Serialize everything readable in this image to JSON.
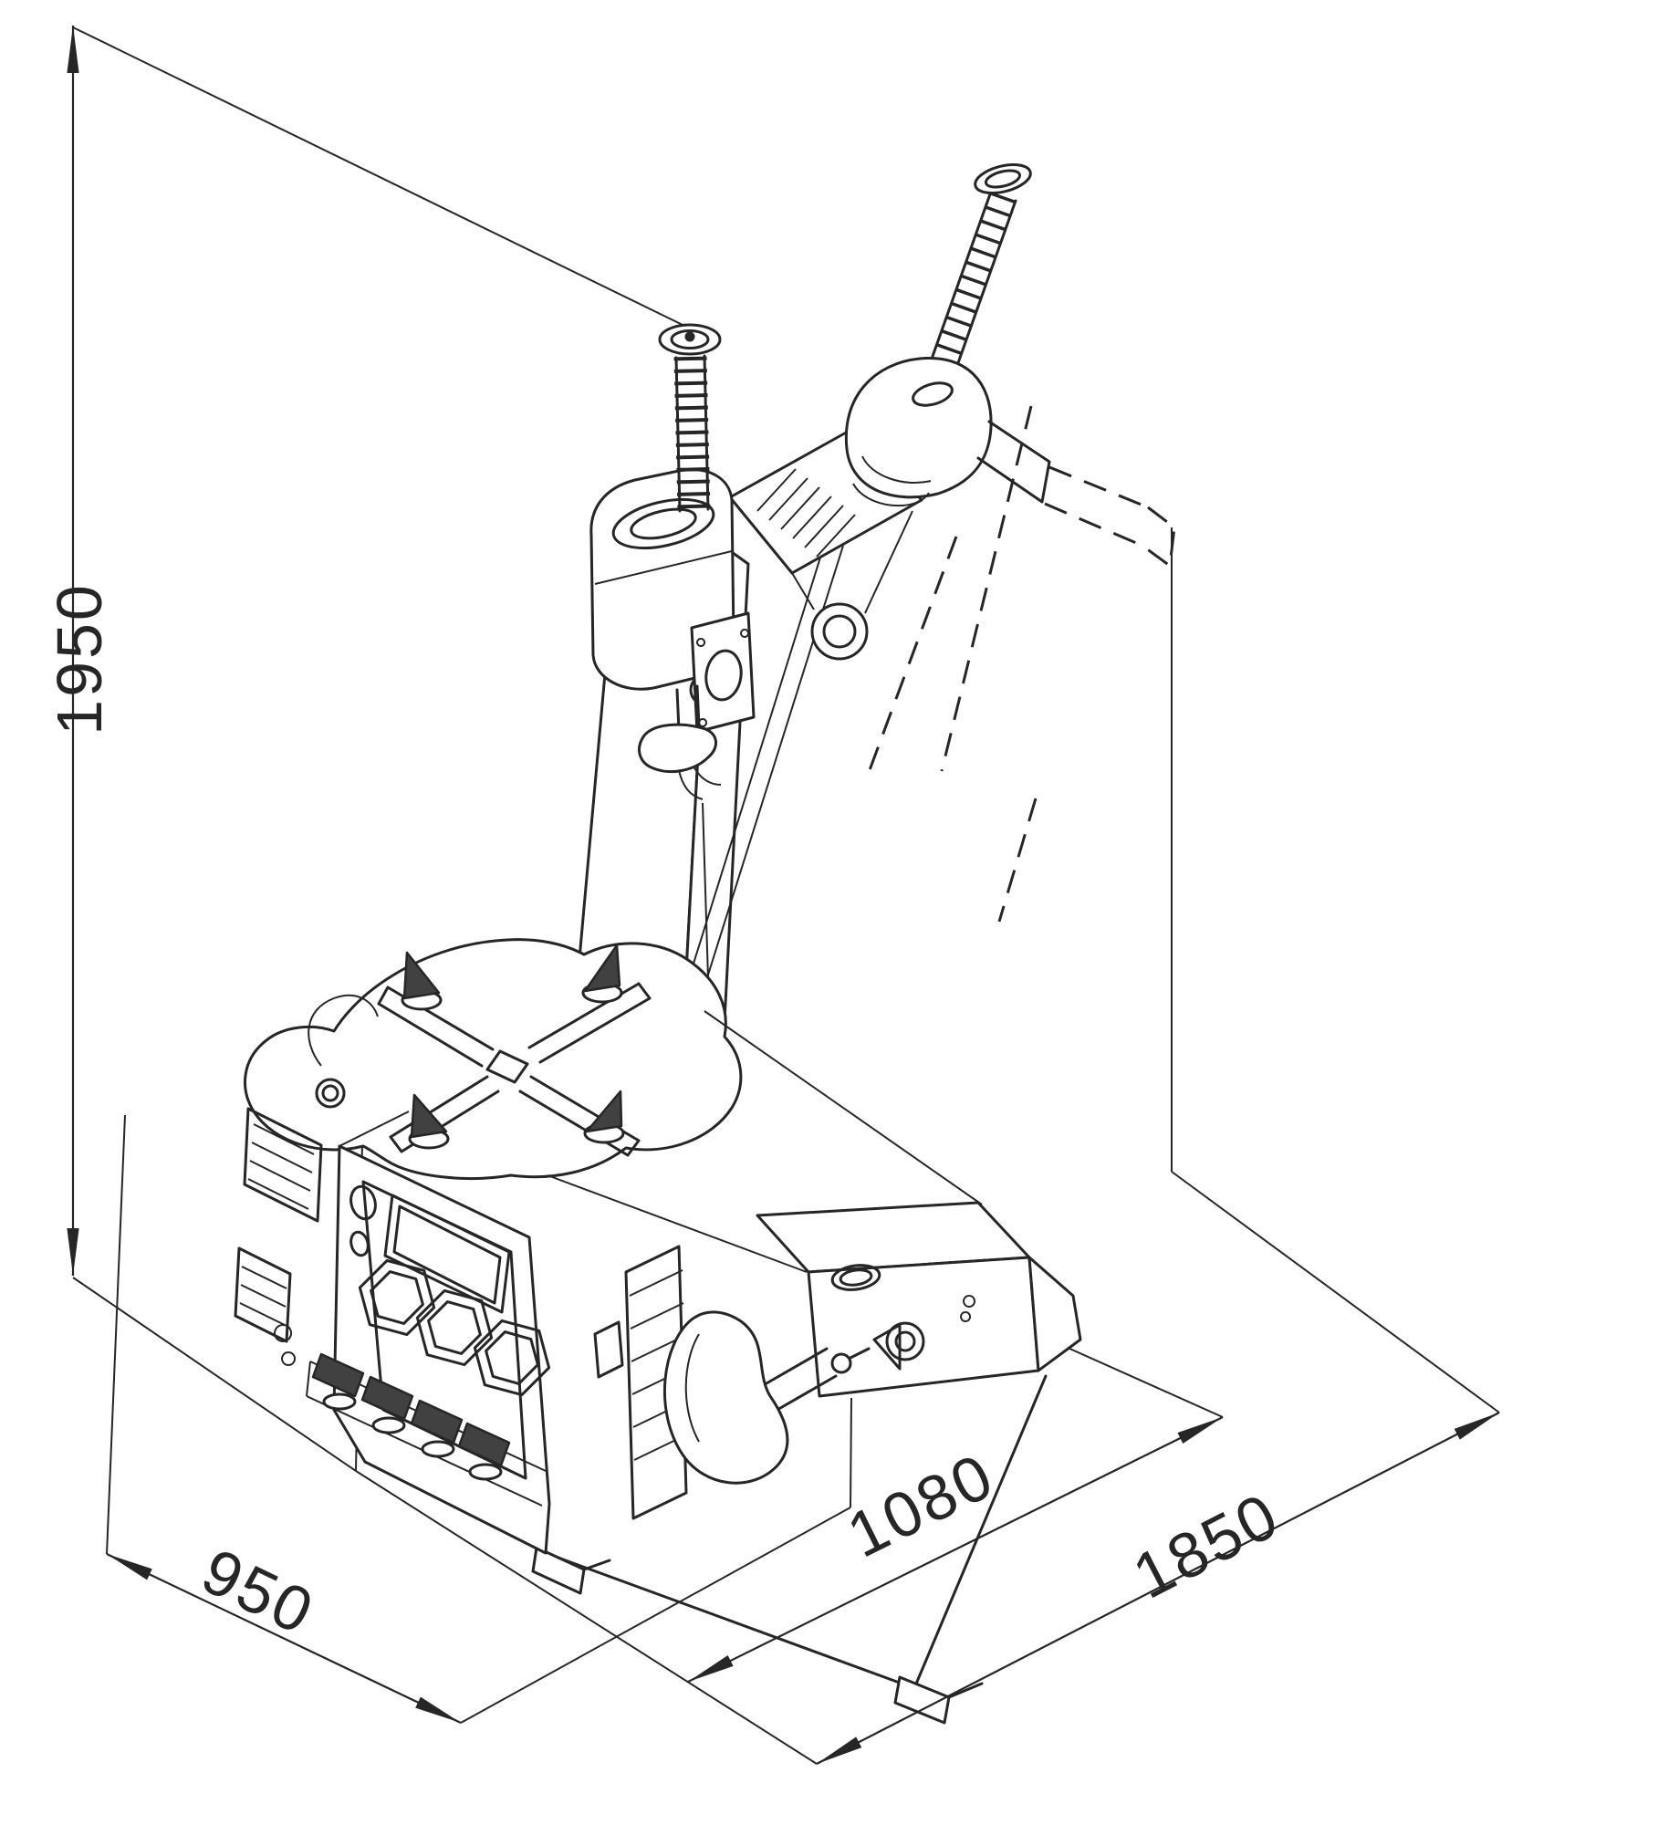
{
  "figure": {
    "dimensions": {
      "height": {
        "value": "1950"
      },
      "depth": {
        "value": "950"
      },
      "width_front": {
        "value": "1080"
      },
      "width_overall": {
        "value": "1850"
      }
    },
    "colors": {
      "background": "#ffffff",
      "line": "#262626"
    }
  }
}
